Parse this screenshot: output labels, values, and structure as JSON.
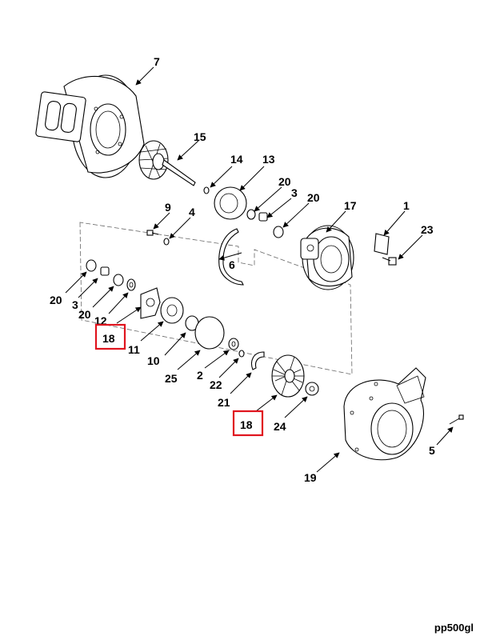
{
  "parts": [
    {
      "id": "p7",
      "label": "7",
      "name": "turbine-housing"
    },
    {
      "id": "p15",
      "label": "15",
      "name": "turbine-wheel-shaft"
    },
    {
      "id": "p14",
      "label": "14",
      "name": "piston-ring"
    },
    {
      "id": "p13",
      "label": "13",
      "name": "heat-shield"
    },
    {
      "id": "p20a",
      "label": "20",
      "name": "retaining-ring-upper"
    },
    {
      "id": "p3a",
      "label": "3",
      "name": "bearing-upper"
    },
    {
      "id": "p20b",
      "label": "20",
      "name": "retaining-ring-right"
    },
    {
      "id": "p17",
      "label": "17",
      "name": "bearing-housing"
    },
    {
      "id": "p1",
      "label": "1",
      "name": "clamp-plate"
    },
    {
      "id": "p23",
      "label": "23",
      "name": "capscrew-clamp"
    },
    {
      "id": "p9",
      "label": "9",
      "name": "capscrew"
    },
    {
      "id": "p4",
      "label": "4",
      "name": "lockwasher"
    },
    {
      "id": "p6",
      "label": "6",
      "name": "v-band-clamp"
    },
    {
      "id": "p20c",
      "label": "20",
      "name": "retaining-ring-left"
    },
    {
      "id": "p3b",
      "label": "3",
      "name": "bearing-left"
    },
    {
      "id": "p20d",
      "label": "20",
      "name": "retaining-ring-left-lower"
    },
    {
      "id": "p12",
      "label": "12",
      "name": "thrust-collar"
    },
    {
      "id": "p18a",
      "label": "18",
      "name": "thrust-bearing",
      "highlight": true
    },
    {
      "id": "p11",
      "label": "11",
      "name": "thrust-plate"
    },
    {
      "id": "p10",
      "label": "10",
      "name": "insert"
    },
    {
      "id": "p25",
      "label": "25",
      "name": "o-ring"
    },
    {
      "id": "p2",
      "label": "2",
      "name": "flinger"
    },
    {
      "id": "p22",
      "label": "22",
      "name": "seal-ring"
    },
    {
      "id": "p21",
      "label": "21",
      "name": "snap-ring"
    },
    {
      "id": "p18b",
      "label": "18",
      "name": "compressor-wheel",
      "highlight": true
    },
    {
      "id": "p24",
      "label": "24",
      "name": "locknut"
    },
    {
      "id": "p19",
      "label": "19",
      "name": "compressor-housing"
    },
    {
      "id": "p5",
      "label": "5",
      "name": "screw"
    }
  ],
  "colors": {
    "ink": "#000000",
    "highlight": "#e0141e",
    "paper": "#ffffff"
  },
  "figure_code": "pp500gl"
}
